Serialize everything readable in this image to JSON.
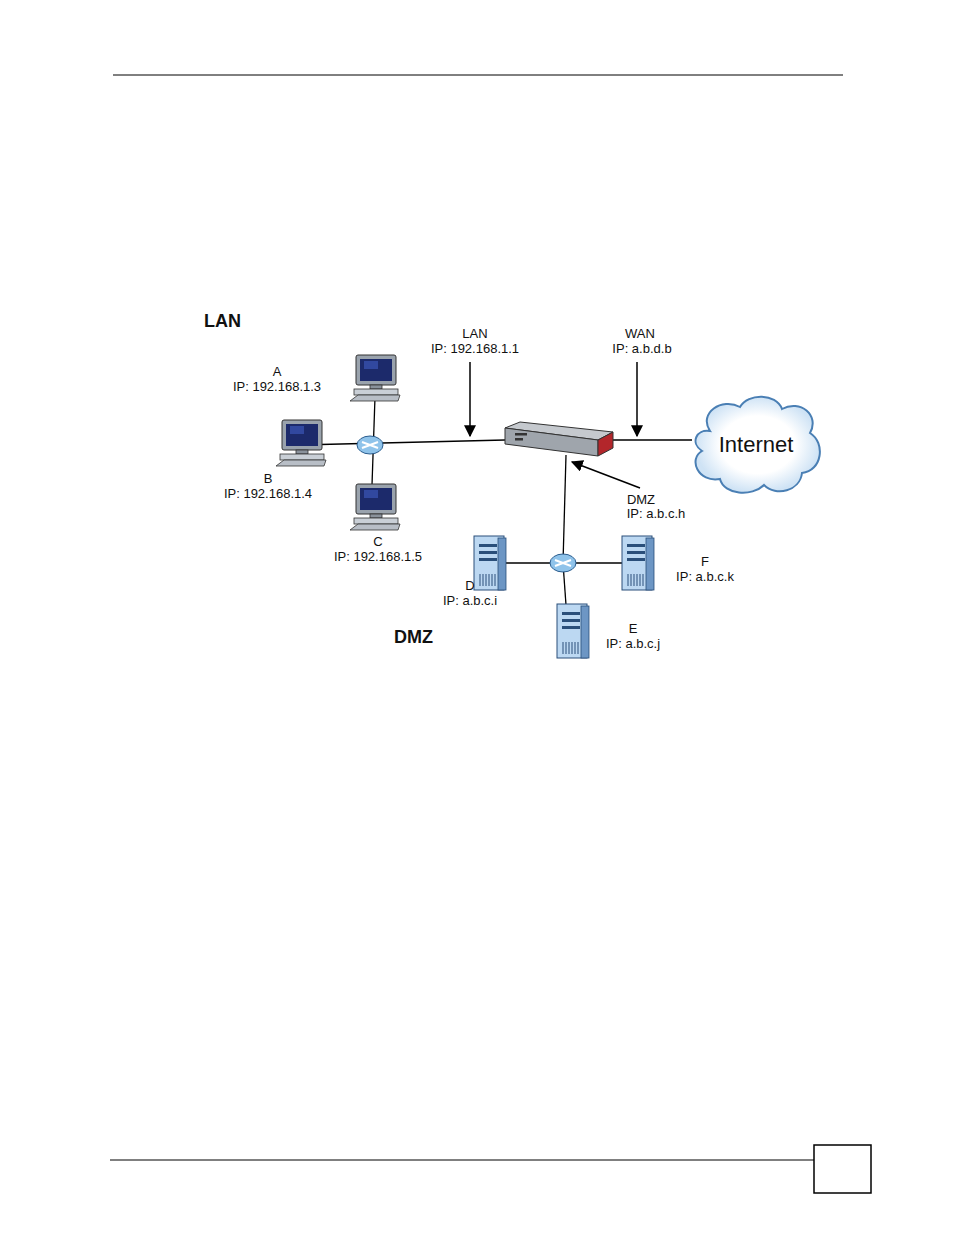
{
  "diagram": {
    "nodes": [
      {
        "text": [
          "A",
          "IP: 192.168.1.3"
        ]
      },
      {
        "text": [
          "B",
          "IP: 192.168.1.4"
        ]
      },
      {
        "text": [
          "C",
          "IP: 192.168.1.5"
        ]
      },
      {
        "text": [
          "Internet"
        ]
      },
      {
        "text": [
          "D",
          "IP: a.b.c.i"
        ]
      },
      {
        "text": [
          "F",
          "IP: a.b.c.k"
        ]
      },
      {
        "text": [
          "E",
          "IP: a.b.c.j"
        ]
      }
    ],
    "labels": [
      "LAN",
      "LAN",
      "IP: 192.168.1.1",
      "WAN",
      "IP: a.b.d.b",
      "DMZ",
      "IP: a.b.c.h",
      "DMZ"
    ]
  }
}
